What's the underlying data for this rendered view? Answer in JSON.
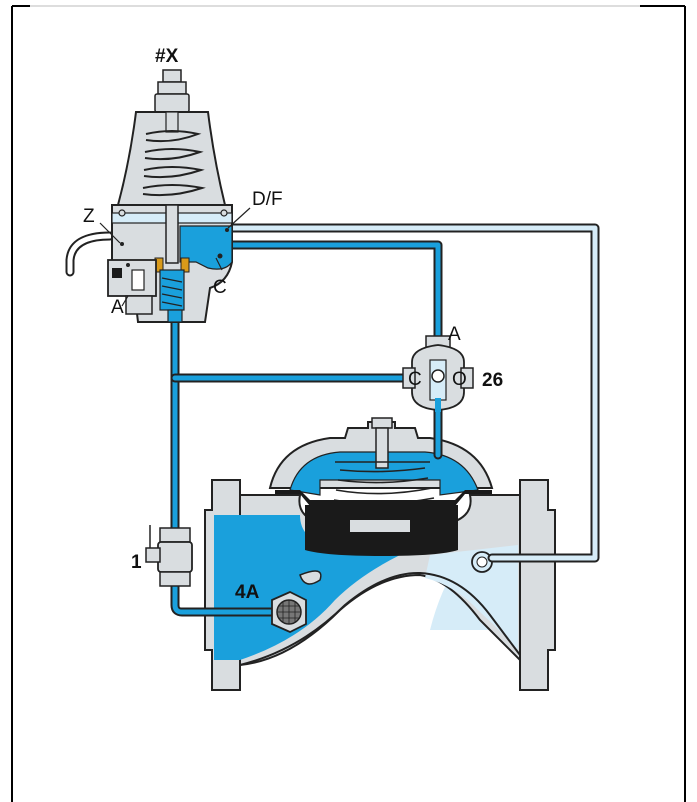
{
  "labels": {
    "pilot_id": "#X",
    "port_z": "Z",
    "port_df": "D/F",
    "port_c_pilot": "C",
    "port_a_pilot": "A",
    "selector_a": "A",
    "selector_c": "C",
    "selector_o": "O",
    "selector_id": "26",
    "cock_id": "1",
    "filter_id": "4A"
  },
  "colors": {
    "water_blue": "#1aa0dc",
    "light_blue": "#d6ecf8",
    "metal_gray": "#d9dde0",
    "outline": "#222222",
    "diaphragm_black": "#1a1a1a",
    "spring_orange": "#d99a1a"
  }
}
